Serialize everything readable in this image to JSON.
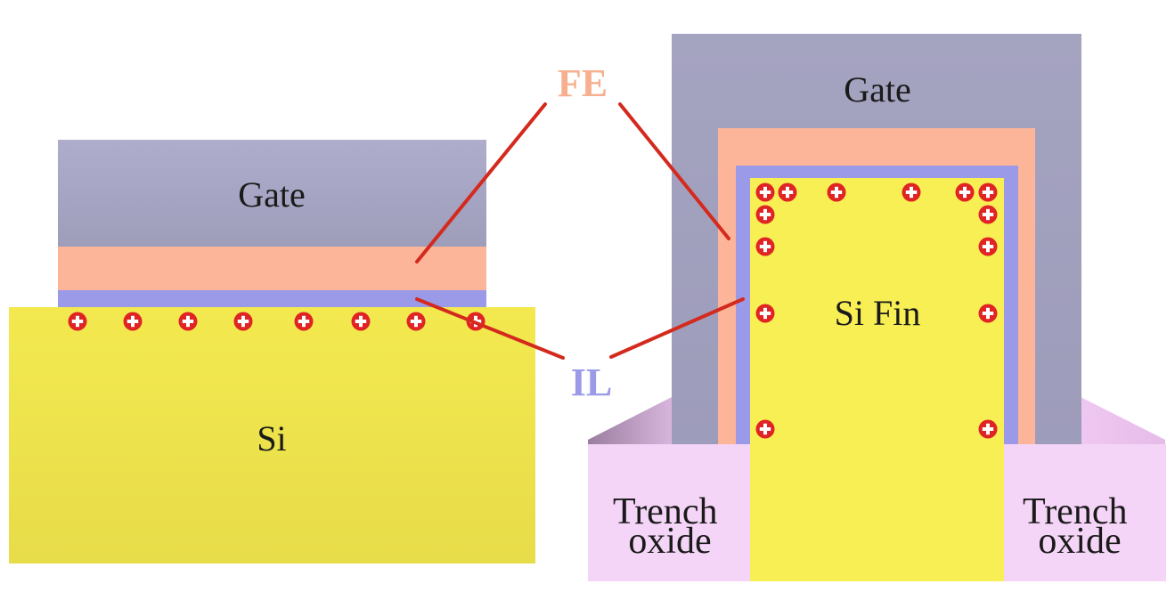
{
  "planar": {
    "gate_label": "Gate",
    "substrate_label": "Si",
    "charge_count": 8
  },
  "finfet": {
    "gate_label": "Gate",
    "fin_label": "Si Fin",
    "trench_left": [
      "Trench",
      "oxide"
    ],
    "trench_right": [
      "Trench",
      "oxide"
    ]
  },
  "callouts": {
    "fe_label": "FE",
    "il_label": "IL"
  },
  "colors": {
    "gate": "#a3a2c0",
    "fe_layer": "#fdb59a",
    "il_layer": "#9a9ae8",
    "silicon": "#f7ee55",
    "trench_oxide": "#f5d5f7",
    "leader_line": "#d42a1e",
    "charge": "#e02424",
    "fe_text": "#f7b08f",
    "il_text": "#9a9ae6"
  }
}
